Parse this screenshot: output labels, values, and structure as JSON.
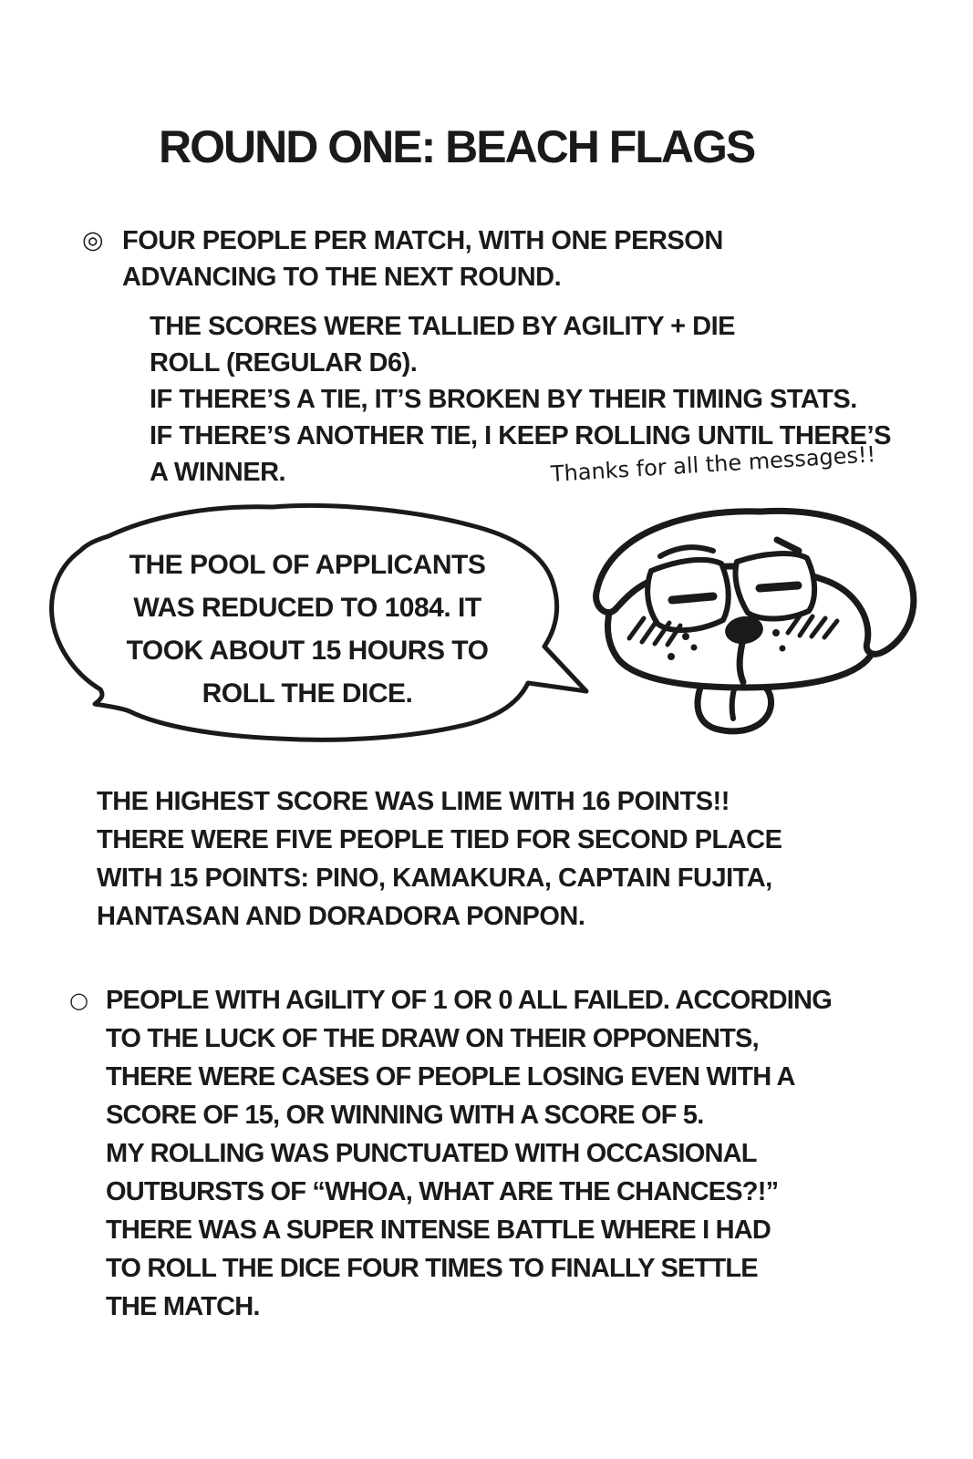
{
  "page": {
    "title": "ROUND ONE: BEACH FLAGS"
  },
  "colors": {
    "ink": "#1a1a1a",
    "background": "#ffffff"
  },
  "icons": {
    "match_rules_bullet": "double-circle-bullet",
    "notes_bullet": "circle-bullet",
    "character": "dog-face-drawing",
    "balloon": "speech-bubble"
  },
  "match_rules": {
    "marker": "◎",
    "lines": [
      "FOUR PEOPLE PER MATCH, WITH ONE PERSON",
      "ADVANCING TO THE NEXT ROUND."
    ]
  },
  "scoring": {
    "lines": [
      "THE SCORES WERE TALLIED BY AGILITY + DIE",
      "ROLL (REGULAR D6).",
      "IF THERE’S A TIE, IT’S BROKEN BY THEIR TIMING STATS.",
      "IF THERE’S ANOTHER TIE, I KEEP ROLLING UNTIL THERE’S",
      "A WINNER."
    ]
  },
  "thanks_note": "Thanks for all the messages!!",
  "speech_bubble": {
    "lines": [
      "THE POOL OF APPLICANTS",
      "WAS REDUCED TO 1084. IT",
      "TOOK ABOUT 15 HOURS TO",
      "ROLL THE DICE."
    ]
  },
  "results": {
    "lines": [
      "THE HIGHEST SCORE WAS LIME WITH 16 POINTS!!",
      "THERE WERE FIVE PEOPLE TIED FOR SECOND PLACE",
      "WITH 15 POINTS: PINO, KAMAKURA, CAPTAIN FUJITA,",
      "HANTASAN AND DORADORA PONPON."
    ]
  },
  "notes": {
    "marker": "○",
    "lines": [
      "PEOPLE WITH AGILITY OF 1 OR 0 ALL FAILED. ACCORDING",
      "TO THE LUCK OF THE DRAW ON THEIR OPPONENTS,",
      "THERE WERE CASES OF PEOPLE LOSING EVEN WITH A",
      "SCORE OF 15, OR WINNING WITH A SCORE OF 5.",
      "MY ROLLING WAS PUNCTUATED WITH OCCASIONAL",
      "OUTBURSTS OF “WHOA, WHAT ARE THE CHANCES?!”",
      "THERE WAS A SUPER INTENSE BATTLE WHERE I HAD",
      "TO ROLL THE DICE FOUR TIMES TO FINALLY SETTLE",
      "THE MATCH."
    ]
  }
}
